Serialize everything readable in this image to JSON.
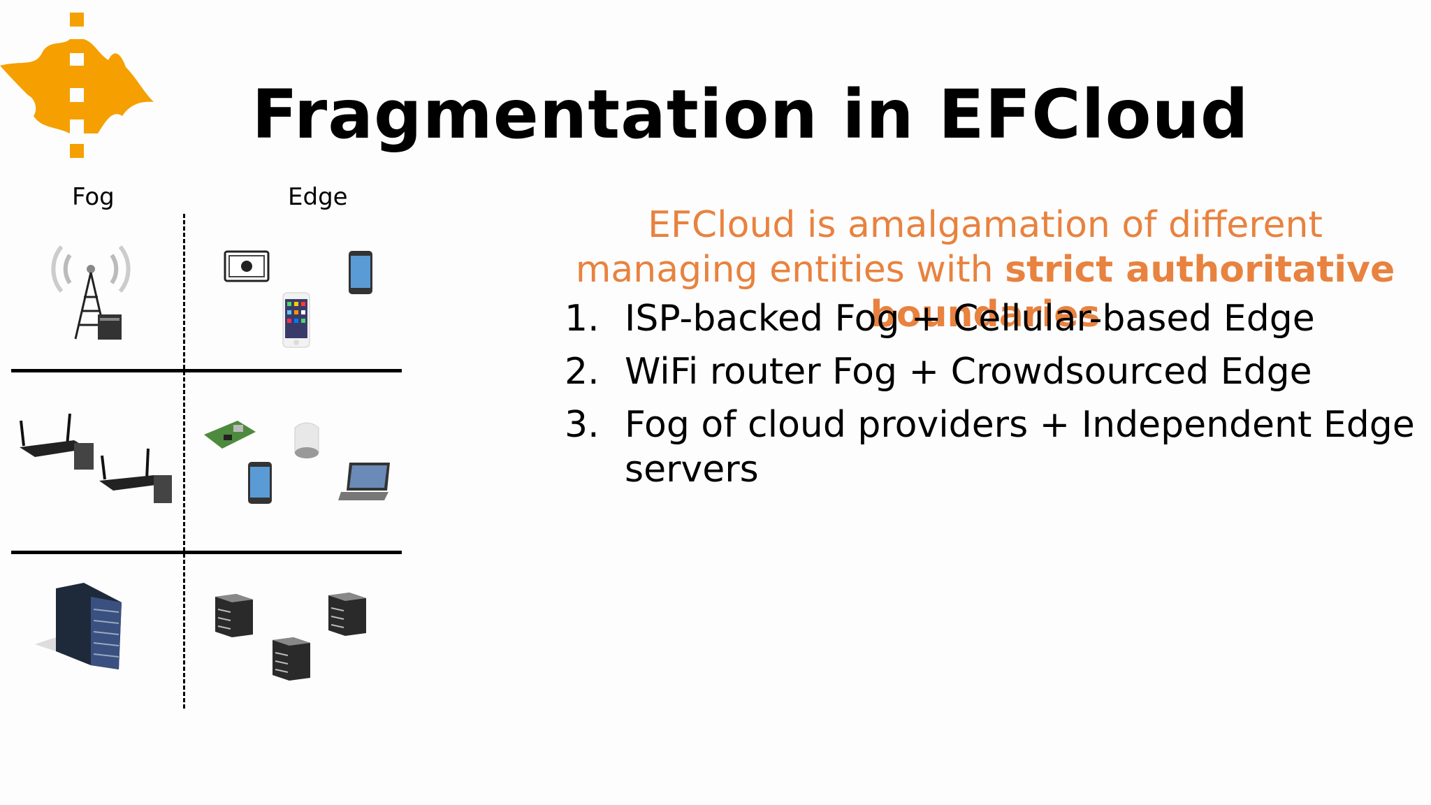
{
  "slide": {
    "title": "Fragmentation in EFCloud",
    "columns": {
      "fog": "Fog",
      "edge": "Edge"
    },
    "intro": {
      "plain": "EFCloud is amalgamation of different managing entities with",
      "bold": "strict authoritative boundaries"
    },
    "list": [
      {
        "num": "1.",
        "text": "ISP-backed Fog + Cellular-based Edge"
      },
      {
        "num": "2.",
        "text": "WiFi router Fog + Crowdsourced Edge"
      },
      {
        "num": "3.",
        "text": "Fog of cloud providers + Independent Edge servers"
      }
    ]
  },
  "colors": {
    "accent": "#e8823f",
    "logo": "#f5a000"
  },
  "icons": [
    "university-flame-logo",
    "cell-tower-icon",
    "tablet-android-icon",
    "smartphone-icon",
    "iphone-icon",
    "wifi-router-icon",
    "raspberry-pi-icon",
    "smart-speaker-icon",
    "laptop-icon",
    "server-rack-icon",
    "server-box-icon"
  ]
}
